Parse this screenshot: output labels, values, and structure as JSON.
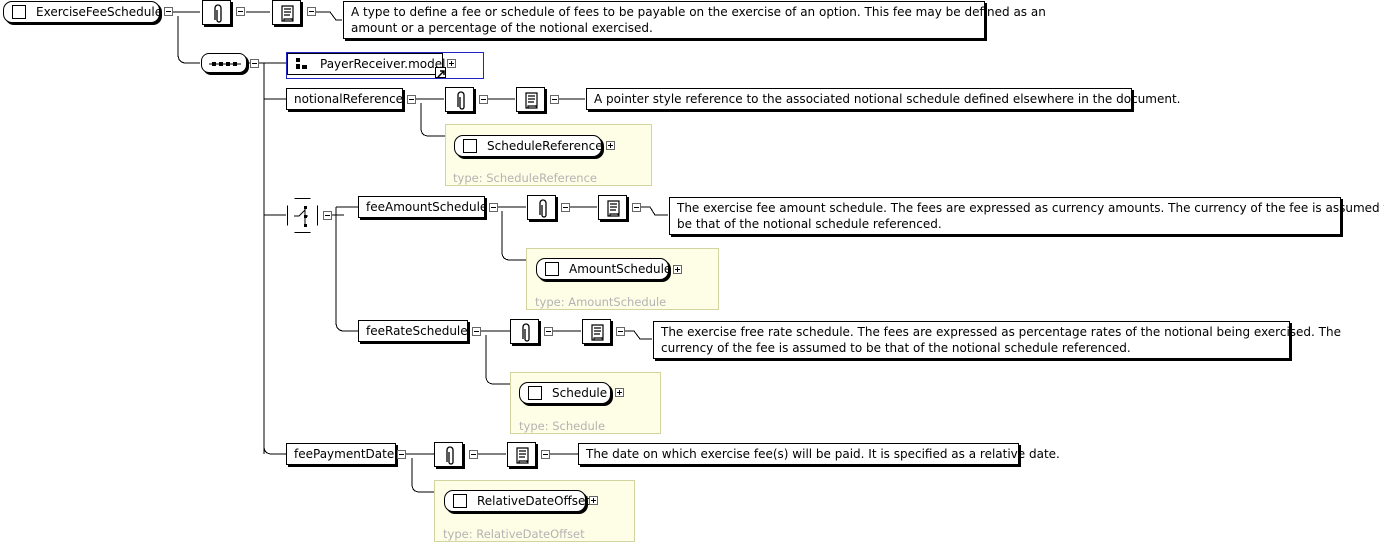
{
  "root": {
    "name": "ExerciseFeeSchedule",
    "doc": [
      "A type to define a fee or schedule of fees to be payable on the exercise of an option. This fee may be defined as an",
      "amount or a percentage of the notional exercised."
    ]
  },
  "group": {
    "name": "PayerReceiver.model"
  },
  "elements": {
    "notionalReference": {
      "name": "notionalReference",
      "doc": [
        "A pointer style reference to the associated notional schedule defined elsewhere in the document."
      ],
      "ctype": "ScheduleReference",
      "type_label": "type: ScheduleReference"
    },
    "feeAmountSchedule": {
      "name": "feeAmountSchedule",
      "doc": [
        "The exercise fee amount schedule. The fees are expressed as currency amounts. The currency of the fee is assumed to",
        "be that of the notional schedule referenced."
      ],
      "ctype": "AmountSchedule",
      "type_label": "type: AmountSchedule"
    },
    "feeRateSchedule": {
      "name": "feeRateSchedule",
      "doc": [
        "The exercise free rate schedule. The fees are expressed as percentage rates of the notional being exercised. The",
        "currency of the fee is assumed to be that of the notional schedule referenced."
      ],
      "ctype": "Schedule",
      "type_label": "type: Schedule"
    },
    "feePaymentDate": {
      "name": "feePaymentDate",
      "doc": [
        "The date on which exercise fee(s) will be paid. It is specified as a relative date."
      ],
      "ctype": "RelativeDateOffset",
      "type_label": "type: RelativeDateOffset"
    }
  },
  "icons": {
    "annotation": "paperclip-icon",
    "documentation": "scroll-icon",
    "sequence": "sequence-compositor-icon",
    "choice": "choice-compositor-icon",
    "group_ref": "model-group-icon",
    "link": "shortcut-arrow-icon"
  }
}
